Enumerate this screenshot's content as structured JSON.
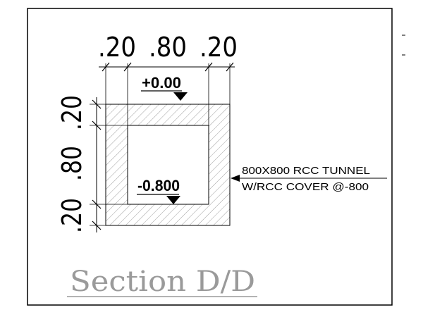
{
  "drawing": {
    "top_dimensions": [
      ".20",
      ".80",
      ".20"
    ],
    "left_dimensions": [
      ".20",
      ".80",
      ".20"
    ],
    "level_top": "+0.00",
    "level_inner": "-0.800",
    "note_line1": "800X800 RCC TUNNEL",
    "note_line2": "W/RCC COVER @-800",
    "title": "Section D/D"
  }
}
